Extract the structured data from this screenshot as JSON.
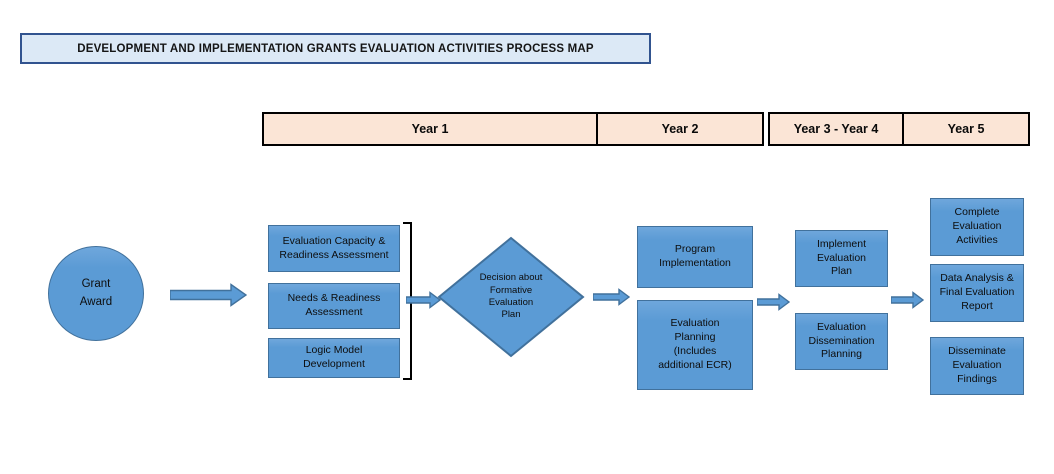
{
  "title": "DEVELOPMENT AND IMPLEMENTATION GRANTS EVALUATION ACTIVITIES PROCESS MAP",
  "timeline": {
    "columns": [
      "Year 1",
      "Year 2",
      "Year 3 - Year 4",
      "Year 5"
    ]
  },
  "flow": {
    "start": "Grant\nAward",
    "year1": [
      "Evaluation Capacity &\nReadiness Assessment",
      "Needs & Readiness\nAssessment",
      "Logic Model\nDevelopment"
    ],
    "decision": "Decision about\nFormative\nEvaluation\nPlan",
    "year2": [
      "Program\nImplementation",
      "Evaluation\nPlanning\n(Includes\nadditional ECR)"
    ],
    "year3_4": [
      "Implement\nEvaluation\nPlan",
      "Evaluation\nDissemination\nPlanning"
    ],
    "year5": [
      "Complete\nEvaluation\nActivities",
      "Data Analysis &\nFinal Evaluation\nReport",
      "Disseminate\nEvaluation\nFindings"
    ]
  },
  "colors": {
    "shape_fill": "#5b9bd5",
    "shape_border": "#41719c",
    "timeline_fill": "#fbe5d6",
    "timeline_border": "#000000",
    "title_fill": "#dce9f6",
    "title_border": "#31538f",
    "text": "#0d0d0d"
  }
}
